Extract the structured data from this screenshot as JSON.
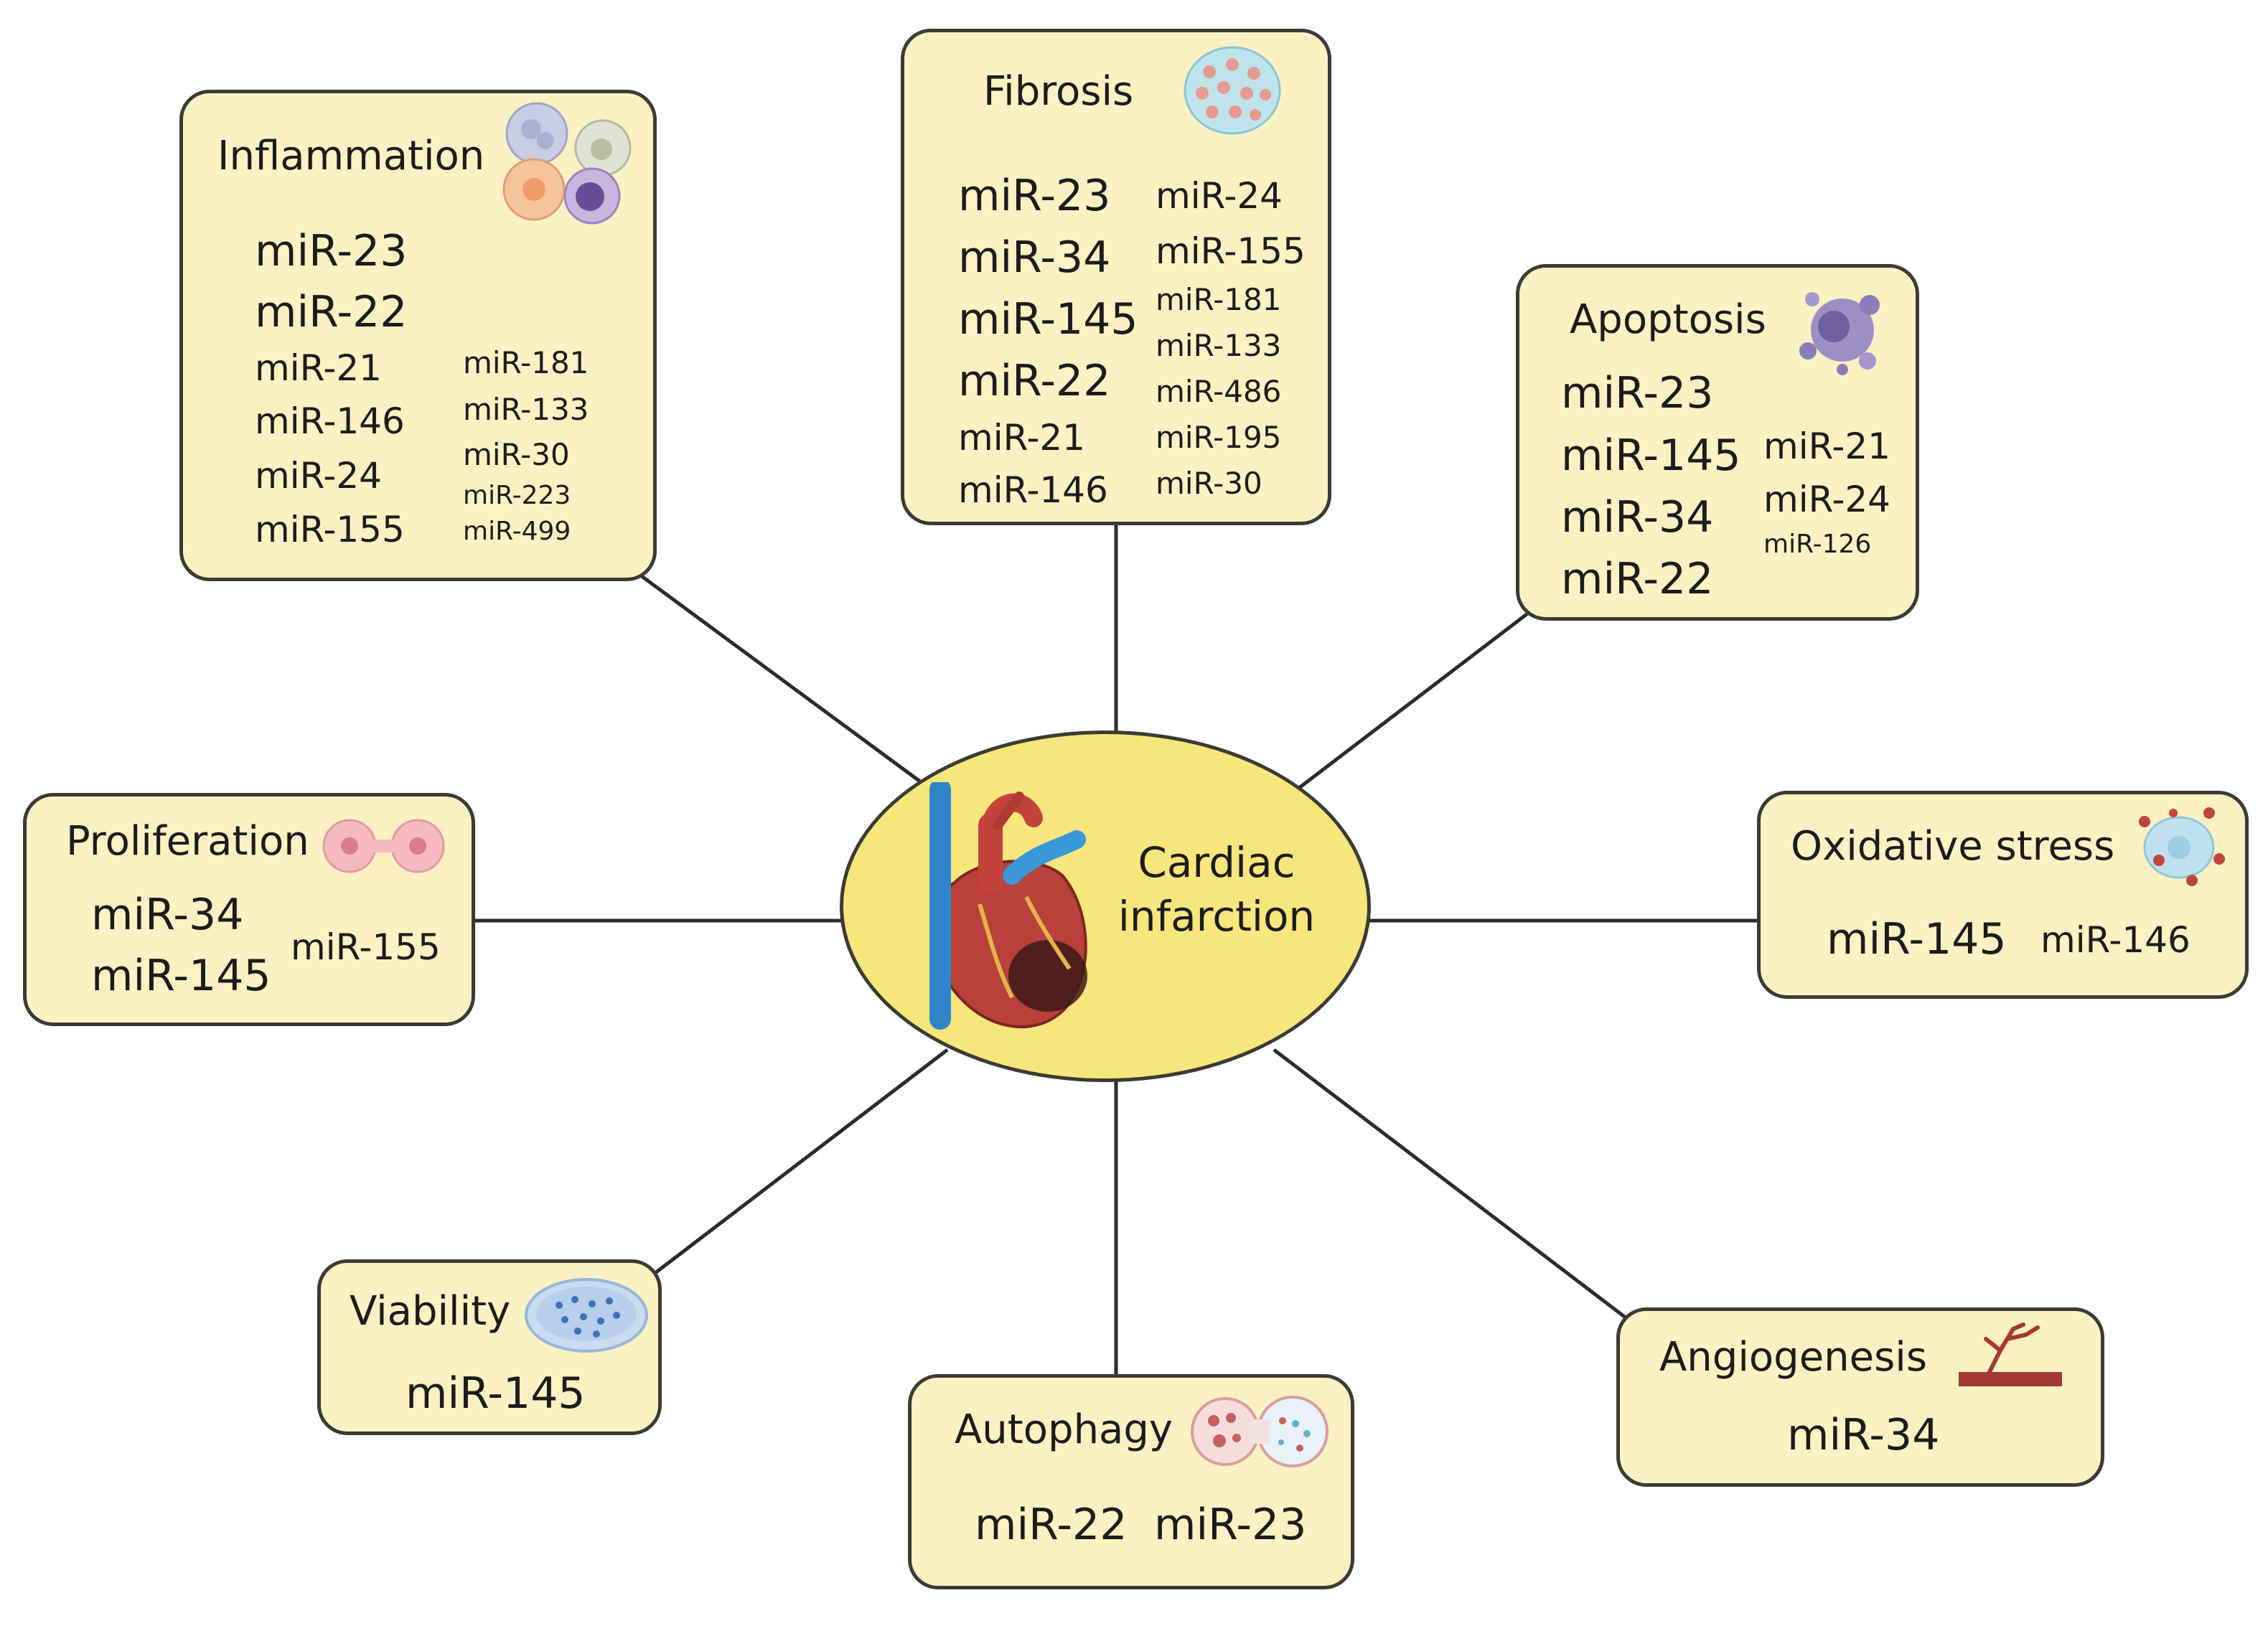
{
  "center": {
    "label": "Cardiac infarction"
  },
  "boxes": {
    "inflammation": {
      "title": "Inflammation",
      "mirs_large": [
        "miR-23",
        "miR-22",
        "miR-21",
        "miR-146",
        "miR-24",
        "miR-155"
      ],
      "mirs_small": [
        "miR-181",
        "miR-133",
        "miR-30",
        "miR-223",
        "miR-499"
      ]
    },
    "fibrosis": {
      "title": "Fibrosis",
      "mirs_left": [
        "miR-23",
        "miR-34",
        "miR-145",
        "miR-22",
        "miR-21",
        "miR-146"
      ],
      "mirs_right": [
        "miR-24",
        "miR-155",
        "miR-181",
        "miR-133",
        "miR-486",
        "miR-195",
        "miR-30"
      ]
    },
    "apoptosis": {
      "title": "Apoptosis",
      "mirs_left": [
        "miR-23",
        "miR-145",
        "miR-34",
        "miR-22"
      ],
      "mirs_right": [
        "miR-21",
        "miR-24",
        "miR-126"
      ]
    },
    "proliferation": {
      "title": "Proliferation",
      "mirs": [
        "miR-34",
        "miR-145",
        "miR-155"
      ]
    },
    "oxidative_stress": {
      "title": "Oxidative stress",
      "mirs": [
        "miR-145",
        "miR-146"
      ]
    },
    "viability": {
      "title": "Viability",
      "mirs": [
        "miR-145"
      ]
    },
    "autophagy": {
      "title": "Autophagy",
      "mirs": [
        "miR-22",
        "miR-23"
      ]
    },
    "angiogenesis": {
      "title": "Angiogenesis",
      "mirs": [
        "miR-34"
      ]
    }
  },
  "colors": {
    "box_fill": "#fbf1c2",
    "center_fill": "#f7e67c",
    "outline": "#3c3a33"
  }
}
